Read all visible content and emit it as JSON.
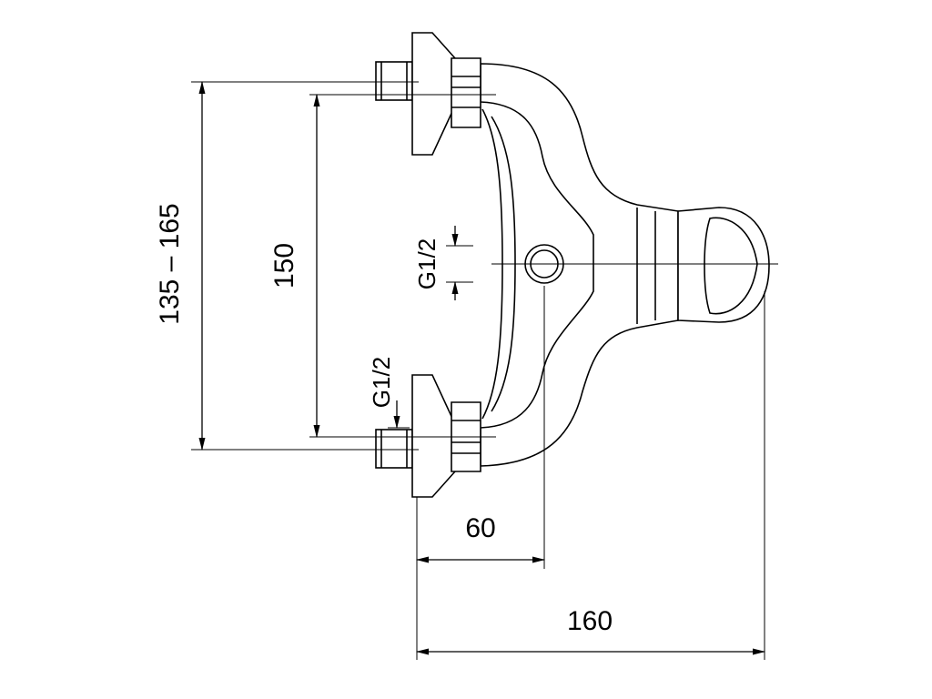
{
  "dimensions": {
    "height_range": "135 – 165",
    "center_distance": "150",
    "outlet_thread": "G1/2",
    "inlet_thread": "G1/2",
    "outlet_offset": "60",
    "total_depth": "160"
  }
}
